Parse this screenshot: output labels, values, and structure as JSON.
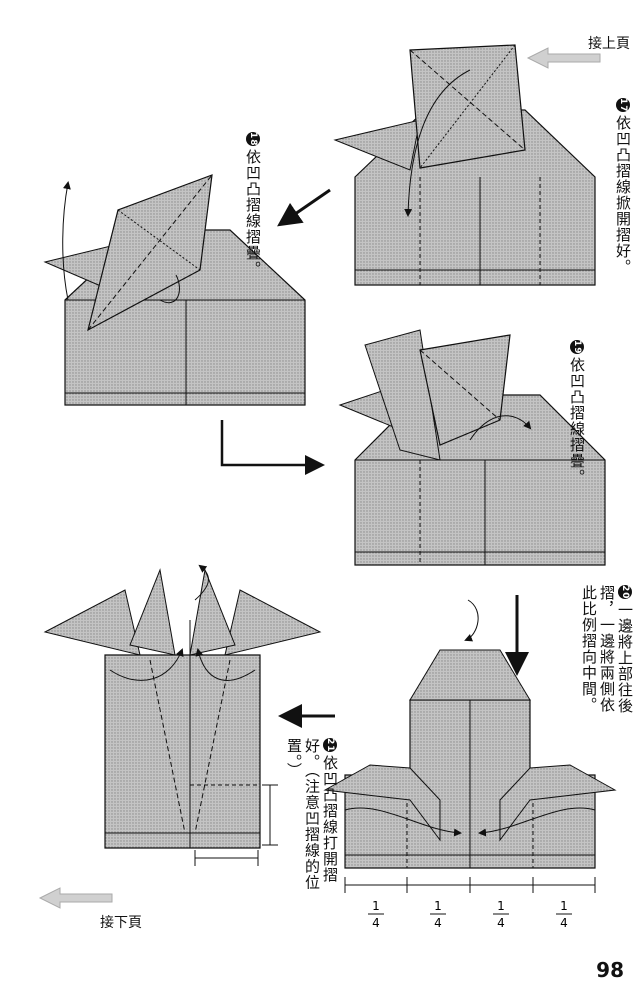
{
  "nav": {
    "prev_label": "接上頁",
    "next_label": "接下頁"
  },
  "steps": [
    {
      "num": "17",
      "text": "依凹凸摺線掀開摺好。"
    },
    {
      "num": "18",
      "text": "依凹凸摺線摺疊。"
    },
    {
      "num": "19",
      "text": "依凹凸摺線摺疊。"
    },
    {
      "num": "20",
      "text_col1": "一邊將上部往後摺，",
      "text_col2": "一邊將兩側依此比例",
      "text_col3": "摺向中間。"
    },
    {
      "num": "21",
      "text_col1": "依凹凸摺線打開摺好。",
      "text_col2": "（注意凹摺線的位置。）"
    }
  ],
  "fractions": [
    "1/4",
    "1/4",
    "1/4",
    "1/4"
  ],
  "fraction_num": "1",
  "fraction_den": "4",
  "page_number": "98",
  "colors": {
    "paper_fill": "#bdbdbd",
    "line": "#111111",
    "nav_arrow": "#c8c8c8"
  }
}
